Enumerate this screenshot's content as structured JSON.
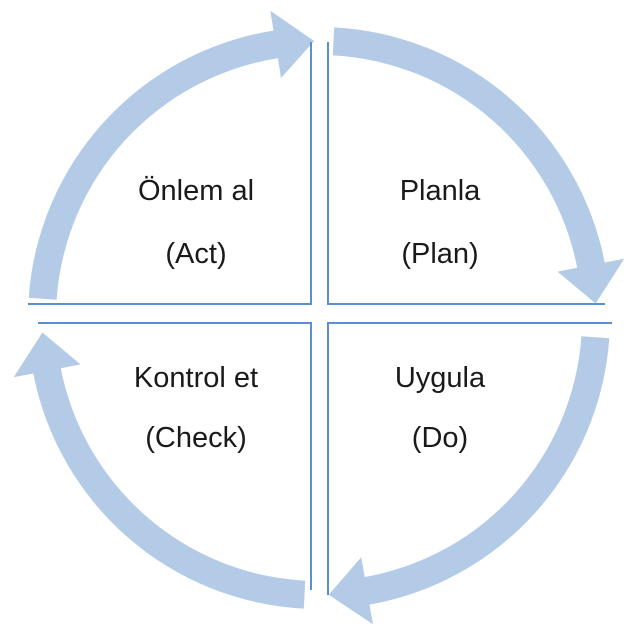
{
  "quadrants": [
    {
      "id": "act",
      "title": "Önlem al",
      "subtitle": "(Act)"
    },
    {
      "id": "plan",
      "title": "Planla",
      "subtitle": "(Plan)"
    },
    {
      "id": "check",
      "title": "Kontrol et",
      "subtitle": "(Check)"
    },
    {
      "id": "do",
      "title": "Uygula",
      "subtitle": "(Do)"
    }
  ],
  "colors": {
    "arrow": "#b4cbe8",
    "divider": "#5b8fd0",
    "text": "#1a1a1a"
  }
}
